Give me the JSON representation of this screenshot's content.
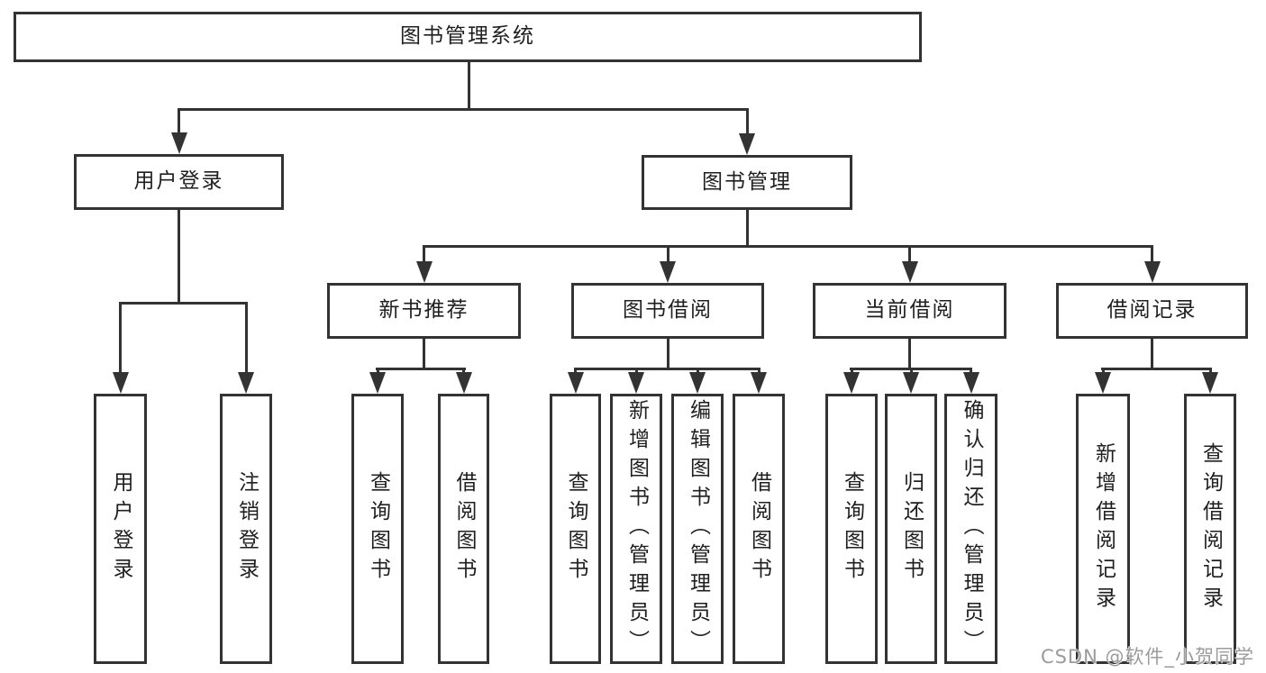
{
  "diagram": {
    "title": "图书管理系统"
  },
  "colors": {
    "line": "#333333",
    "text": "#1f1f1f",
    "background": "#ffffff",
    "watermark": "#9b9b9b"
  },
  "watermark": {
    "label": "CSDN @软件_小贺同学"
  },
  "nodes": [
    {
      "id": "root",
      "label": "图书管理系统",
      "parent": null
    },
    {
      "id": "user-login",
      "label": "用户登录",
      "parent": "root"
    },
    {
      "id": "book-management",
      "label": "图书管理",
      "parent": "root"
    },
    {
      "id": "new-book-recommend",
      "label": "新书推荐",
      "parent": "book-management"
    },
    {
      "id": "book-borrow",
      "label": "图书借阅",
      "parent": "book-management"
    },
    {
      "id": "current-borrow",
      "label": "当前借阅",
      "parent": "book-management"
    },
    {
      "id": "borrow-record",
      "label": "借阅记录",
      "parent": "book-management"
    },
    {
      "id": "user-login-leaf",
      "label": "用户登录",
      "parent": "user-login"
    },
    {
      "id": "logout-leaf",
      "label": "注销登录",
      "parent": "user-login"
    },
    {
      "id": "query-books-recommend",
      "label": "查询图书",
      "parent": "new-book-recommend"
    },
    {
      "id": "borrow-books-recommend",
      "label": "借阅图书",
      "parent": "new-book-recommend"
    },
    {
      "id": "query-books-borrow",
      "label": "查询图书",
      "parent": "book-borrow"
    },
    {
      "id": "add-books-admin",
      "label": "新增图书（管理员）",
      "parent": "book-borrow"
    },
    {
      "id": "edit-books-admin",
      "label": "编辑图书（管理员）",
      "parent": "book-borrow"
    },
    {
      "id": "borrow-books-borrow",
      "label": "借阅图书",
      "parent": "book-borrow"
    },
    {
      "id": "query-books-current",
      "label": "查询图书",
      "parent": "current-borrow"
    },
    {
      "id": "return-books",
      "label": "归还图书",
      "parent": "current-borrow"
    },
    {
      "id": "confirm-return-admin",
      "label": "确认归还（管理员）",
      "parent": "current-borrow"
    },
    {
      "id": "add-borrow-record",
      "label": "新增借阅记录",
      "parent": "borrow-record"
    },
    {
      "id": "query-borrow-record",
      "label": "查询借阅记录",
      "parent": "borrow-record"
    }
  ]
}
